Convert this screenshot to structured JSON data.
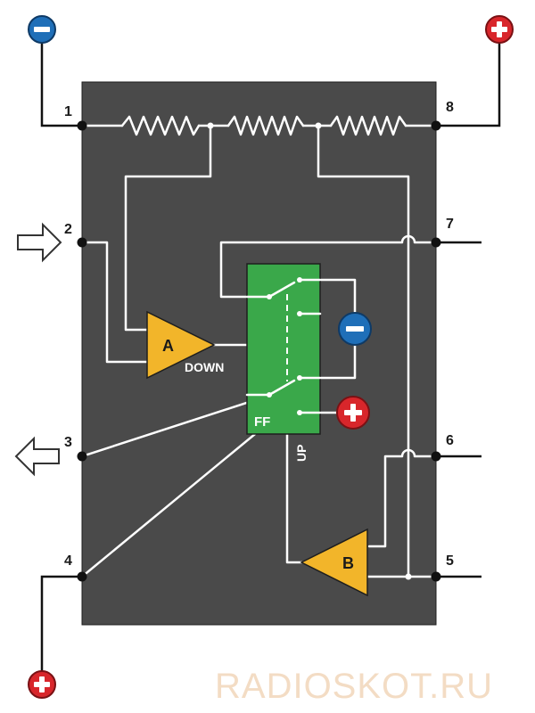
{
  "pins": [
    {
      "number": "1"
    },
    {
      "number": "2"
    },
    {
      "number": "3"
    },
    {
      "number": "4"
    },
    {
      "number": "5"
    },
    {
      "number": "6"
    },
    {
      "number": "7"
    },
    {
      "number": "8"
    }
  ],
  "comparators": {
    "a": "A",
    "b": "B"
  },
  "flipflop": {
    "label": "FF",
    "down": "DOWN",
    "up": "UP"
  },
  "terminals": {
    "minus": "−",
    "plus": "+"
  },
  "watermark": "RADIOSKOT.RU",
  "colors": {
    "chip": "#4a4a4a",
    "flipflop": "#3aa84a",
    "comparator": "#f2b52a",
    "negative": "#1f6fb8",
    "positive": "#d8262b",
    "watermark": "#f3dcc4"
  }
}
